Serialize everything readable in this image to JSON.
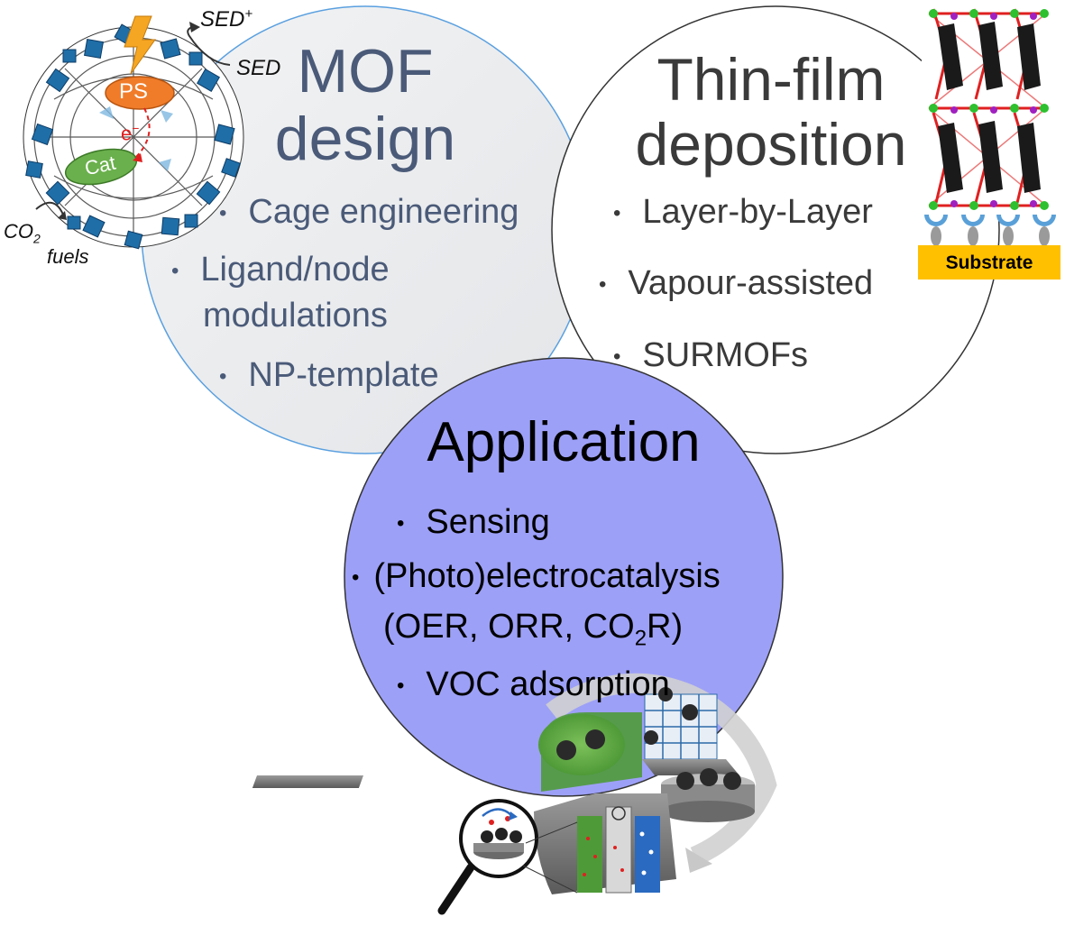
{
  "colors": {
    "mof_fill": "#eaecee",
    "mof_edge": "#5aa0e0",
    "thin_fill": "#ffffff",
    "thin_edge": "#333333",
    "app_fill": "#9da0f7",
    "app_edge": "#333333",
    "mof_text": "#4a5a78",
    "substrate": "#ffc000"
  },
  "mof_design": {
    "title_line1": "MOF",
    "title_line2": "design",
    "bullets": [
      "Cage engineering",
      "Ligand/node",
      "modulations",
      "NP-template"
    ]
  },
  "thin_film": {
    "title_line1": "Thin-film",
    "title_line2": "deposition",
    "bullets": [
      "Layer-by-Layer",
      "Vapour-assisted",
      "SURMOFs"
    ]
  },
  "application": {
    "title": "Application",
    "bullets": [
      "Sensing",
      "(Photo)electrocatalysis",
      "(OER, ORR, CO",
      "2",
      "R)",
      "VOC adsorption"
    ]
  },
  "mof_cage": {
    "sed_plus": "SED",
    "plus": "+",
    "sed": "SED",
    "ps": "PS",
    "electron": "e",
    "electron_sup": "−",
    "cat": "Cat",
    "co2": "CO",
    "co2_sub": "2",
    "fuels": "fuels"
  },
  "substrate_label": "Substrate",
  "bullet_glyph": "•"
}
